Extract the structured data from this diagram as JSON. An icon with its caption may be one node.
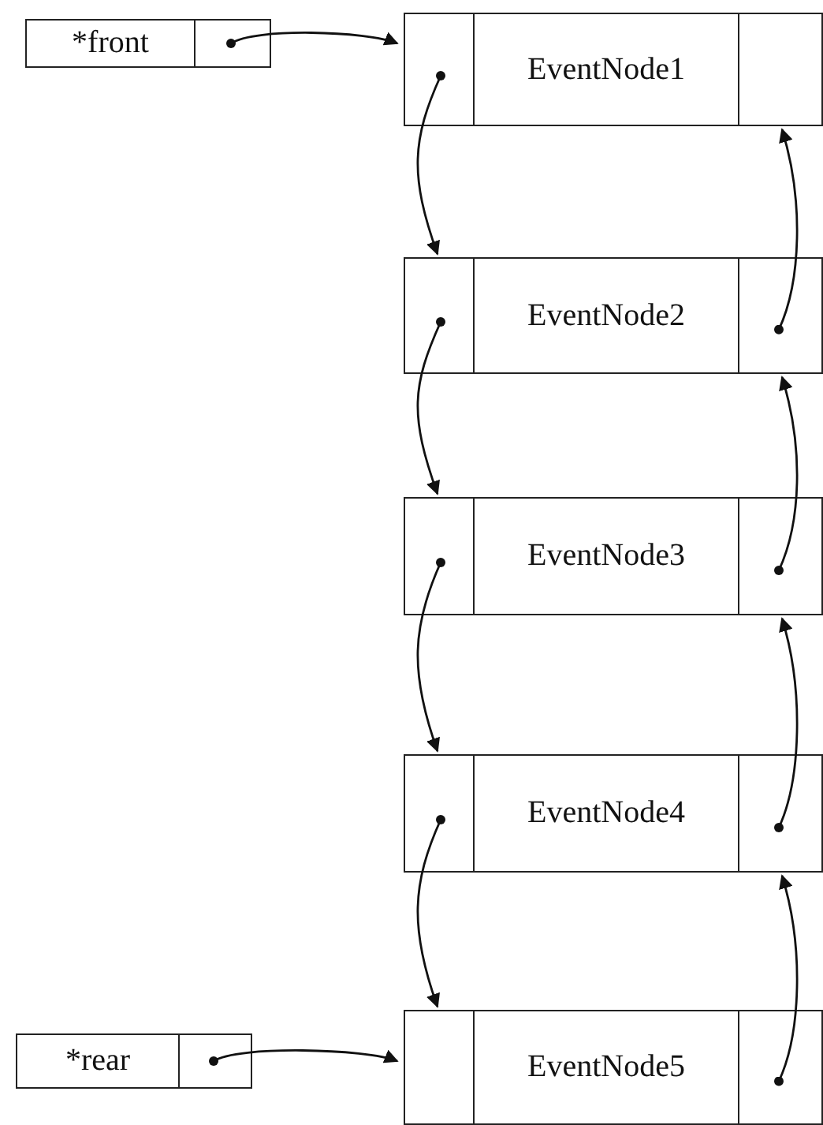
{
  "diagram": {
    "nodes": [
      {
        "text": [
          "*front"
        ]
      },
      {
        "text": [
          "EventNode1"
        ]
      },
      {
        "text": [
          "EventNode2"
        ]
      },
      {
        "text": [
          "EventNode3"
        ]
      },
      {
        "text": [
          "EventNode4"
        ]
      },
      {
        "text": [
          "EventNode5"
        ]
      },
      {
        "text": [
          "*rear"
        ]
      }
    ],
    "edges": [
      {
        "from": 0,
        "to": 1,
        "arrow": "to"
      },
      {
        "from": 1,
        "to": 2,
        "arrow": "to"
      },
      {
        "from": 2,
        "to": 1,
        "arrow": "to"
      },
      {
        "from": 2,
        "to": 3,
        "arrow": "to"
      },
      {
        "from": 3,
        "to": 2,
        "arrow": "to"
      },
      {
        "from": 3,
        "to": 4,
        "arrow": "to"
      },
      {
        "from": 4,
        "to": 3,
        "arrow": "to"
      },
      {
        "from": 4,
        "to": 5,
        "arrow": "to"
      },
      {
        "from": 5,
        "to": 4,
        "arrow": "to"
      },
      {
        "from": 6,
        "to": 5,
        "arrow": "to"
      }
    ]
  }
}
